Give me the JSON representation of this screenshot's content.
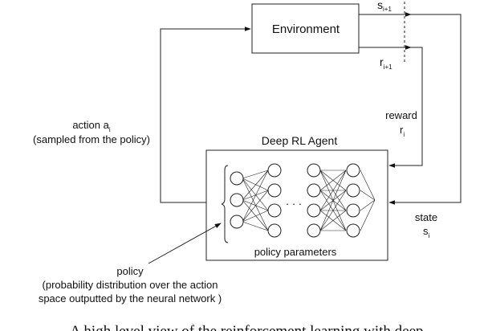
{
  "environment": {
    "label": "Environment"
  },
  "agent": {
    "title": "Deep RL Agent",
    "params_label": "policy parameters",
    "ellipsis": "· · ·"
  },
  "signals": {
    "next_state": {
      "base": "s",
      "sub": "i+1"
    },
    "next_reward": {
      "base": "r",
      "sub": "i+1"
    },
    "reward_word": "reward",
    "reward_symbol": {
      "base": "r",
      "sub": "i"
    },
    "state_word": "state",
    "state_symbol": {
      "base": "s",
      "sub": "i"
    },
    "action": {
      "text": "action a",
      "sub": "i",
      "note": "(sampled from the policy)"
    }
  },
  "policy": {
    "title": "policy",
    "desc_line1": "(probability distribution over the action",
    "desc_line2": "space outputted by the neural network )"
  },
  "footer_fragment": "A high level view of the reinforcement learning with deep"
}
